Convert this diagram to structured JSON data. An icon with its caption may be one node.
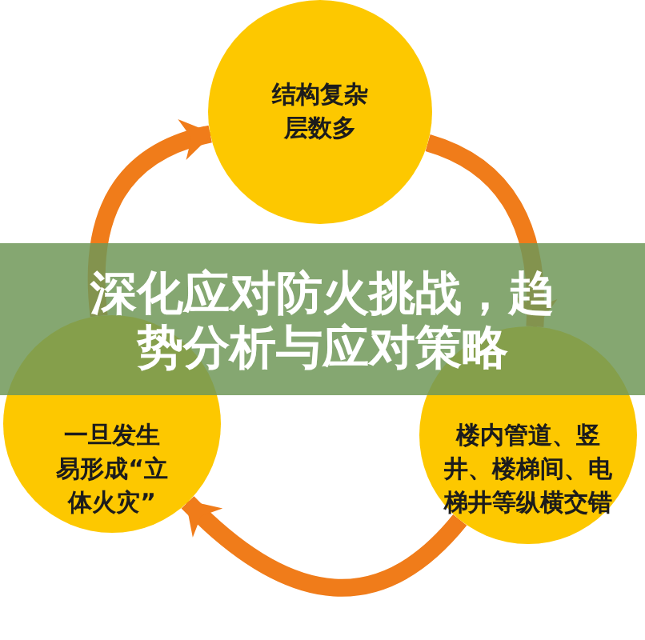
{
  "diagram": {
    "title": "深化应对防火挑战，趋势分析与应对策略",
    "nodes": [
      {
        "text": [
          "结构复杂层数多"
        ]
      },
      {
        "text": [
          "楼内管道、竖井、楼梯间、电梯井等纵横交错"
        ]
      },
      {
        "text": [
          "一旦发生易形成“立体火灾”"
        ]
      }
    ],
    "edges": [
      {
        "from": 0,
        "to": 1,
        "arrow": "to"
      },
      {
        "from": 1,
        "to": 2,
        "arrow": "to"
      },
      {
        "from": 2,
        "to": 0,
        "arrow": "to"
      }
    ]
  }
}
